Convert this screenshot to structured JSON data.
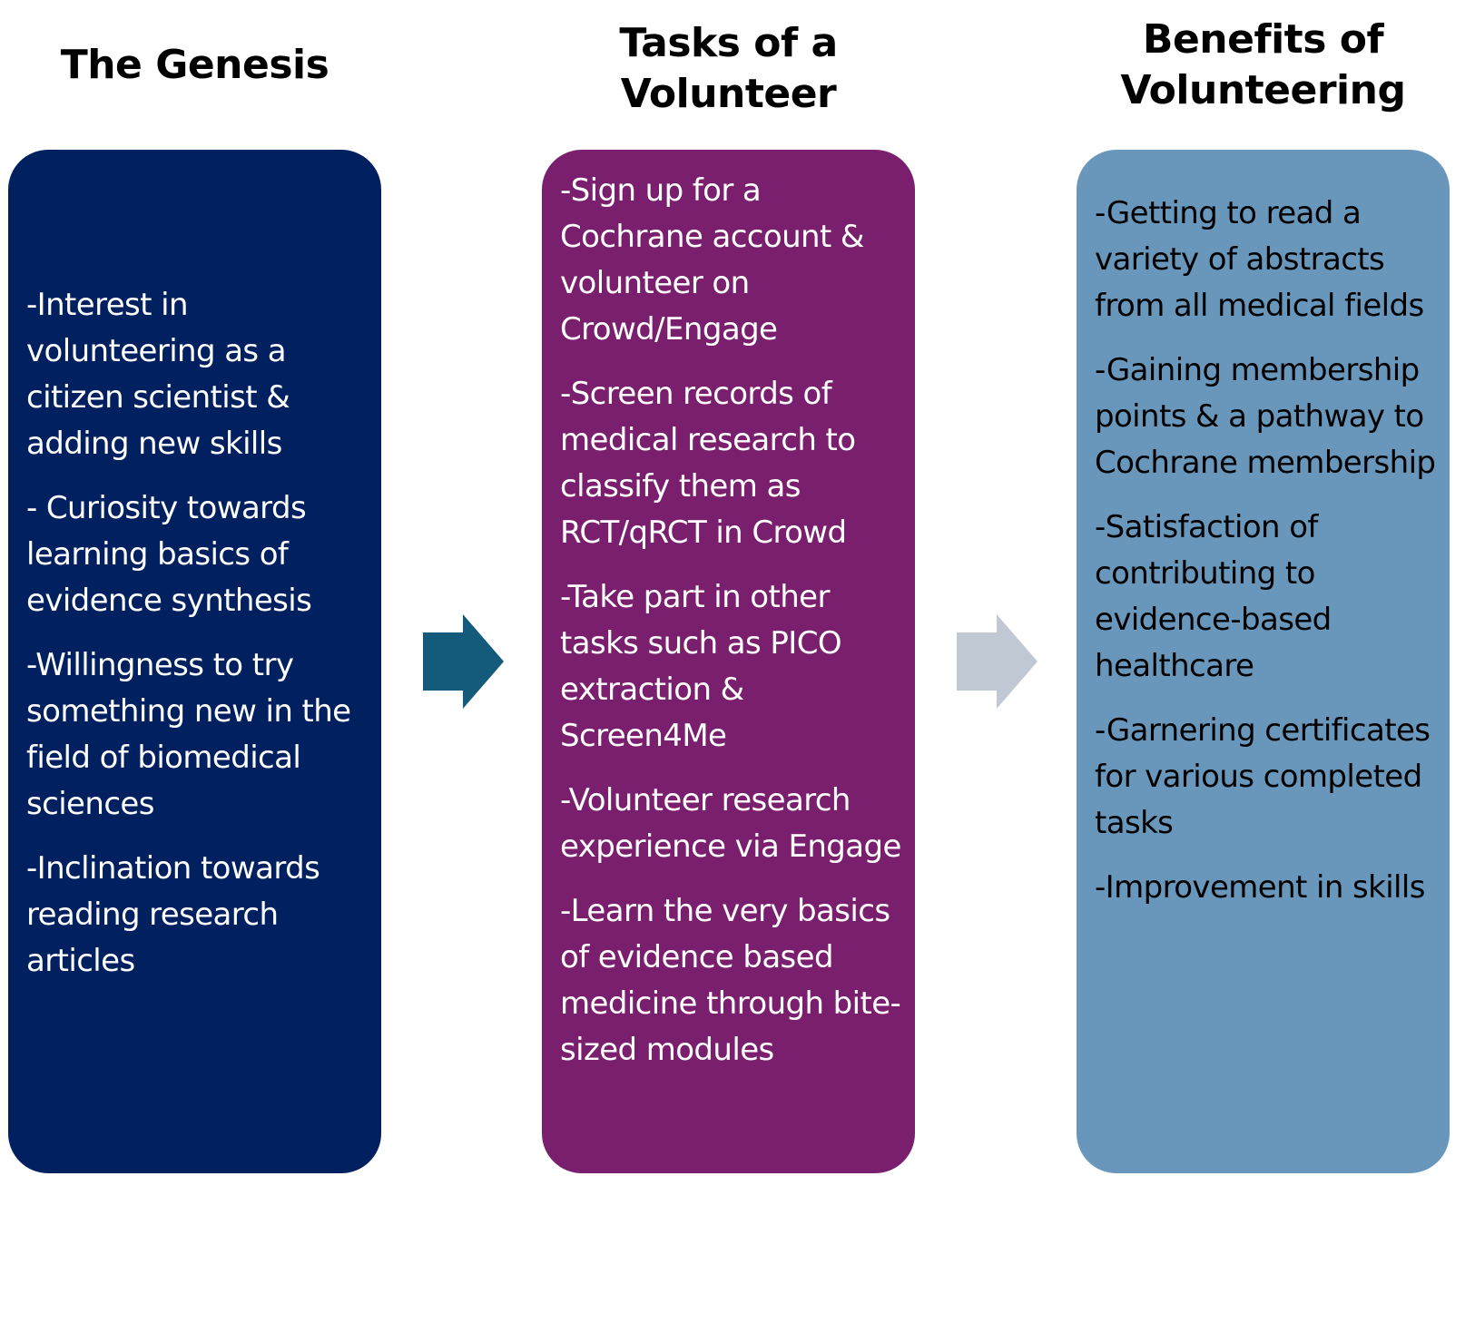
{
  "columns": [
    {
      "title_lines": [
        "The Genesis"
      ],
      "color": "#002060",
      "text_color": "#ffffff",
      "items": [
        "-Interest in volunteering as a citizen scientist & adding new skills",
        "- Curiosity towards learning basics of evidence synthesis",
        "-Willingness to try something new in the field of biomedical sciences",
        "-Inclination towards reading research articles"
      ]
    },
    {
      "title_lines": [
        "Tasks of a",
        "Volunteer"
      ],
      "color": "#7a1f6e",
      "text_color": "#ffffff",
      "items": [
        "-Sign up for a Cochrane account & volunteer on Crowd/Engage",
        "-Screen records of medical research to classify them as RCT/qRCT in Crowd",
        "-Take part in other tasks such as PICO extraction & Screen4Me",
        "-Volunteer research experience via Engage",
        "-Learn the very basics of evidence based medicine through bite-sized modules"
      ]
    },
    {
      "title_lines": [
        "Benefits of",
        "Volunteering"
      ],
      "color": "#6897bb",
      "text_color": "#000000",
      "items": [
        "-Getting to read a variety of abstracts from all medical fields",
        "-Gaining membership points & a pathway to Cochrane membership",
        "-Satisfaction of contributing to evidence-based healthcare",
        "-Garnering certificates for various completed tasks",
        "-Improvement in skills"
      ]
    }
  ],
  "arrows": [
    {
      "icon": "arrow-right-icon",
      "color": "#145a7a"
    },
    {
      "icon": "arrow-right-icon",
      "color": "#bfc8d3"
    }
  ]
}
